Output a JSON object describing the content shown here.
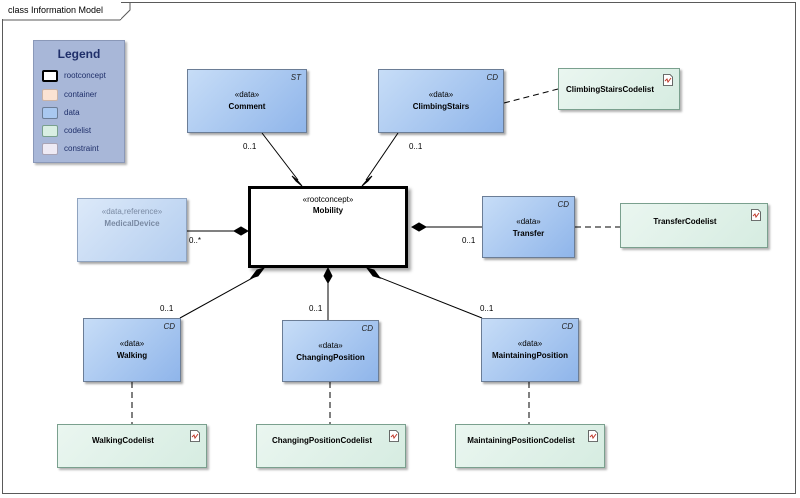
{
  "frame": {
    "title": "class Information Model"
  },
  "legend": {
    "title": "Legend",
    "items": [
      {
        "label": "rootconcept",
        "color": "#ffffff",
        "border": "#000000"
      },
      {
        "label": "container",
        "color": "#fbe3d3",
        "border": "#c9b3a6"
      },
      {
        "label": "data",
        "color": "#a9c8f0",
        "border": "#6b7d96"
      },
      {
        "label": "codelist",
        "color": "#d9eee3",
        "border": "#7aa08e"
      },
      {
        "label": "constraint",
        "color": "#eeeaf4",
        "border": "#a9a4b5"
      }
    ]
  },
  "classes": {
    "root": {
      "stereotype": "«rootconcept»",
      "name": "Mobility"
    },
    "comment": {
      "stereotype": "«data»",
      "name": "Comment",
      "tag": "ST"
    },
    "climbing": {
      "stereotype": "«data»",
      "name": "ClimbingStairs",
      "tag": "CD"
    },
    "medical": {
      "stereotype": "«data,reference»",
      "name": "MedicalDevice"
    },
    "transfer": {
      "stereotype": "«data»",
      "name": "Transfer",
      "tag": "CD"
    },
    "walking": {
      "stereotype": "«data»",
      "name": "Walking",
      "tag": "CD"
    },
    "changing": {
      "stereotype": "«data»",
      "name": "ChangingPosition",
      "tag": "CD"
    },
    "maintaining": {
      "stereotype": "«data»",
      "name": "MaintainingPosition",
      "tag": "CD"
    }
  },
  "codelists": {
    "climbing": "ClimbingStairsCodelist",
    "transfer": "TransferCodelist",
    "walking": "WalkingCodelist",
    "changing": "ChangingPositionCodelist",
    "maintaining": "MaintainingPositionCodelist"
  },
  "multiplicities": {
    "comment": "0..1",
    "climbing": "0..1",
    "medical": "0..*",
    "transfer": "0..1",
    "walking": "0..1",
    "changing": "0..1",
    "maintaining": "0..1"
  }
}
